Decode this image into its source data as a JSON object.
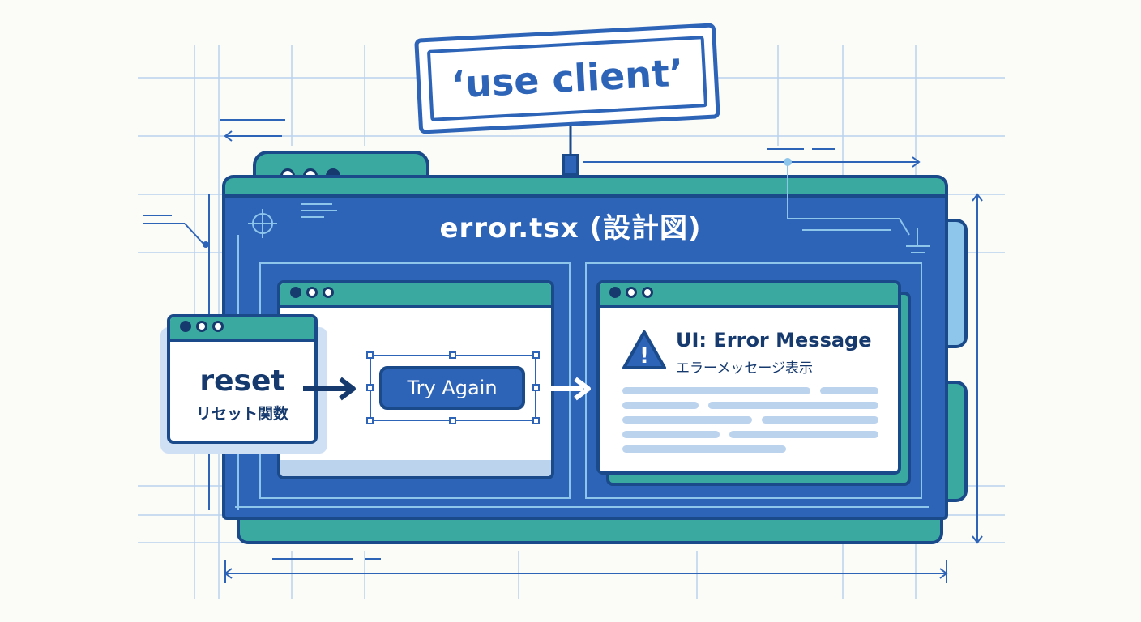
{
  "stamp": {
    "label": "‘use client’"
  },
  "file": {
    "title": "error.tsx (設計図)"
  },
  "reset_card": {
    "label": "reset",
    "sublabel": "リセット関数"
  },
  "action_button": {
    "label": "Try Again"
  },
  "error_card": {
    "title": "UI: Error Message",
    "subtitle": "エラーメッセージ表示",
    "warning_glyph": "!"
  },
  "icons": {
    "warning": "warning-triangle-icon",
    "crosshair": "crosshair-icon",
    "arrow": "arrow-right-icon"
  },
  "colors": {
    "primary_blue": "#2d64b8",
    "dark_navy": "#1a4a8a",
    "teal": "#3aa9a0",
    "light_blue": "#8ec5ea",
    "grid_line": "#b9d3ee"
  }
}
